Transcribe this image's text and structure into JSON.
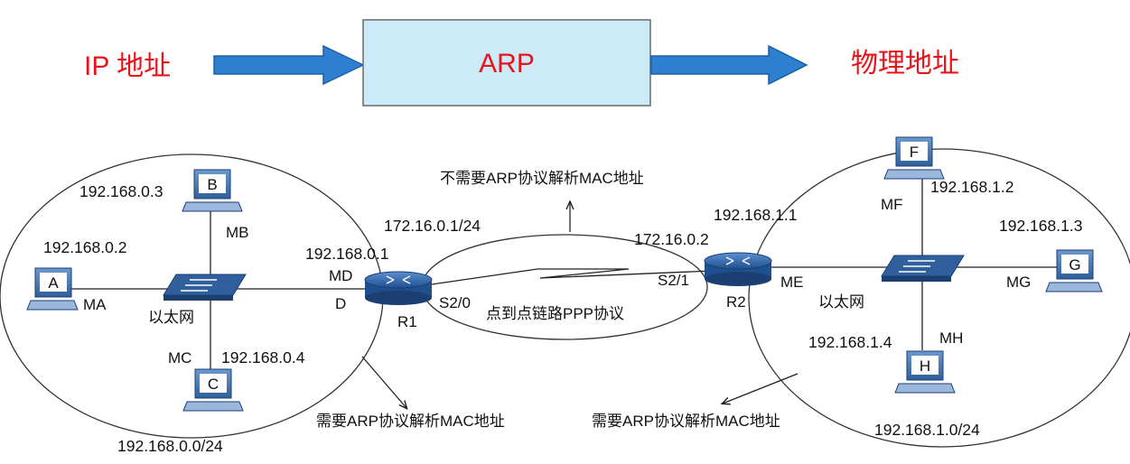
{
  "colors": {
    "red_text": "#e8141b",
    "arrow_blue": "#2e7fd0",
    "arp_box_fill": "#cdeaf8",
    "device_blue": "#4a7ab8"
  },
  "flow": {
    "input": "IP 地址",
    "process": "ARP",
    "output": "物理地址"
  },
  "network": {
    "left_lan": {
      "subnet": "192.168.0.0/24",
      "switch_label": "以太网",
      "note": "需要ARP协议解析MAC地址",
      "hosts": {
        "a": {
          "name": "A",
          "ip": "192.168.0.2",
          "mac": "MA"
        },
        "b": {
          "name": "B",
          "ip": "192.168.0.3",
          "mac": "MB"
        },
        "c": {
          "name": "C",
          "ip": "192.168.0.4",
          "mac": "MC"
        }
      },
      "gateway_ip": "192.168.0.1",
      "gateway_mac": "MD",
      "gateway_port": "D"
    },
    "wan": {
      "note": "不需要ARP协议解析MAC地址",
      "r1_ip": "172.16.0.1/24",
      "r2_ip": "172.16.0.2",
      "r1_port": "S2/0",
      "r2_port": "S2/1",
      "link_label": "点到点链路PPP协议"
    },
    "routers": {
      "r1": "R1",
      "r2": "R2"
    },
    "right_lan": {
      "subnet": "192.168.1.0/24",
      "switch_label": "以太网",
      "note": "需要ARP协议解析MAC地址",
      "gateway_ip": "192.168.1.1",
      "gateway_mac": "ME",
      "hosts": {
        "f": {
          "name": "F",
          "ip": "192.168.1.2",
          "mac": "MF"
        },
        "g": {
          "name": "G",
          "ip": "192.168.1.3",
          "mac": "MG"
        },
        "h": {
          "name": "H",
          "ip": "192.168.1.4",
          "mac": "MH"
        }
      }
    }
  }
}
